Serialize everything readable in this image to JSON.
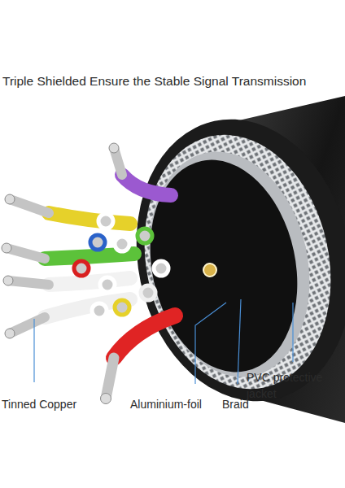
{
  "diagram": {
    "title": "Triple Shielded Ensure the Stable Signal Transmission",
    "labels": [
      "Tinned Copper",
      "Aluminium-foil",
      "Braid",
      "PVC protective jacket"
    ]
  }
}
